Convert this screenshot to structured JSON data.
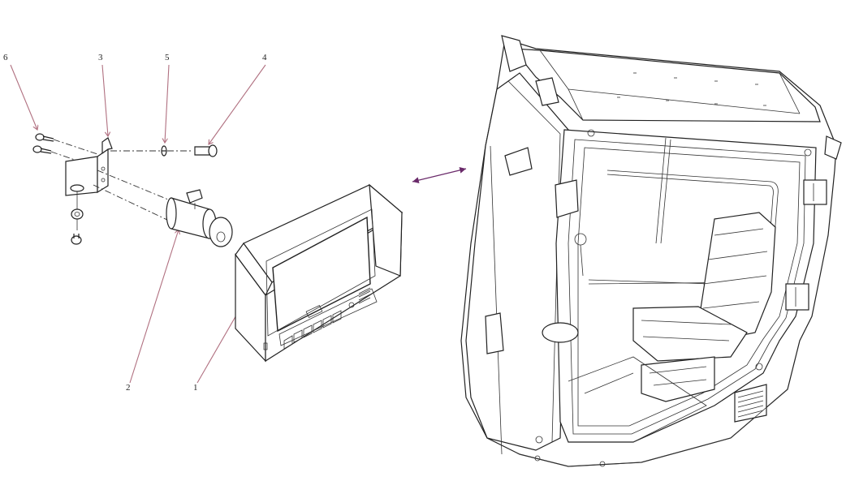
{
  "callouts": [
    {
      "id": "6",
      "text": "6"
    },
    {
      "id": "3",
      "text": "3"
    },
    {
      "id": "5",
      "text": "5"
    },
    {
      "id": "4",
      "text": "4"
    },
    {
      "id": "2",
      "text": "2"
    },
    {
      "id": "1",
      "text": "1"
    }
  ],
  "colors": {
    "line": "#222222",
    "leader": "#b07080",
    "arrow": "#6a2a6a",
    "background": "#ffffff"
  },
  "parts": {
    "monitor": "monitor-display-unit",
    "ball_mount": "ball-joint-mount",
    "bracket": "angle-bracket",
    "washer": "washer",
    "pin": "pin",
    "screws": "screws",
    "cab": "operator-cab"
  }
}
